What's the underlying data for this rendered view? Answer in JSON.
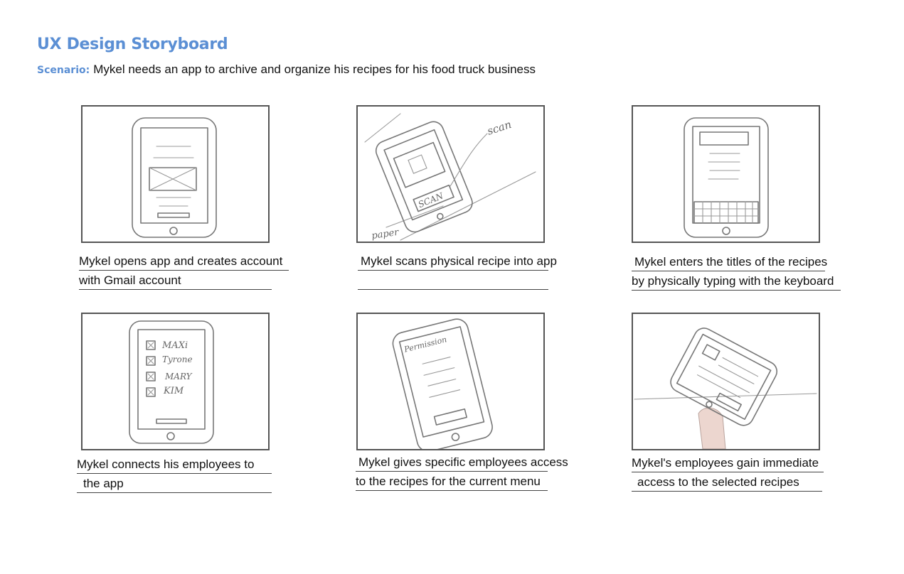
{
  "header": {
    "title": "UX Design Storyboard",
    "scenario_label": "Scenario:",
    "scenario_text": "Mykel needs an app to archive and organize his recipes for his food truck business"
  },
  "panels": [
    {
      "caption_line1": "Mykel opens app and creates account",
      "caption_line2": "with Gmail account",
      "sketch": "login-screen-sketch"
    },
    {
      "caption_line1": "Mykel scans physical recipe into app",
      "caption_line2": "",
      "sketch": "scan-recipe-sketch",
      "annotations": [
        "scan",
        "SCAN",
        "paper"
      ]
    },
    {
      "caption_line1": "Mykel enters the titles of the recipes",
      "caption_line2": "by physically typing with the keyboard",
      "sketch": "keyboard-entry-sketch"
    },
    {
      "caption_line1": "Mykel connects his employees to",
      "caption_line2": "the app",
      "sketch": "employee-checklist-sketch",
      "annotations": [
        "MAXi",
        "Tyrone",
        "MARY",
        "KIM"
      ]
    },
    {
      "caption_line1": "Mykel gives specific employees access",
      "caption_line2": "to the recipes for the current menu",
      "sketch": "permission-screen-sketch",
      "annotations": [
        "Permission"
      ]
    },
    {
      "caption_line1": "Mykel's employees gain immediate",
      "caption_line2": "access to the selected recipes",
      "sketch": "hand-holding-phone-sketch"
    }
  ]
}
